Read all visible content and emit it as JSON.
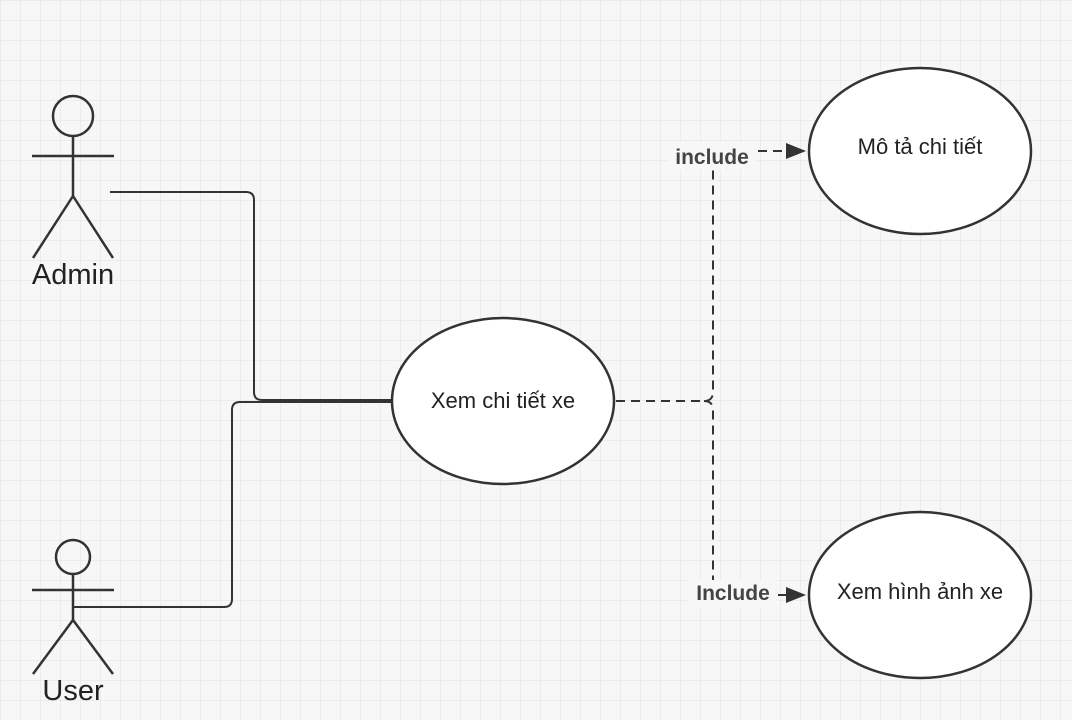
{
  "diagram": {
    "background_color": "#f7f7f7",
    "grid_color": "#e2e2e2",
    "line_color": "#333333",
    "actors": {
      "admin": {
        "label": "Admin"
      },
      "user": {
        "label": "User"
      }
    },
    "use_cases": {
      "main": {
        "label": "Xem chi tiết xe"
      },
      "describe": {
        "label": "Mô tả chi tiết"
      },
      "images": {
        "label": "Xem hình ảnh xe"
      }
    },
    "relations": {
      "include_top": {
        "label": "include"
      },
      "include_bottom": {
        "label": "Include"
      }
    }
  }
}
